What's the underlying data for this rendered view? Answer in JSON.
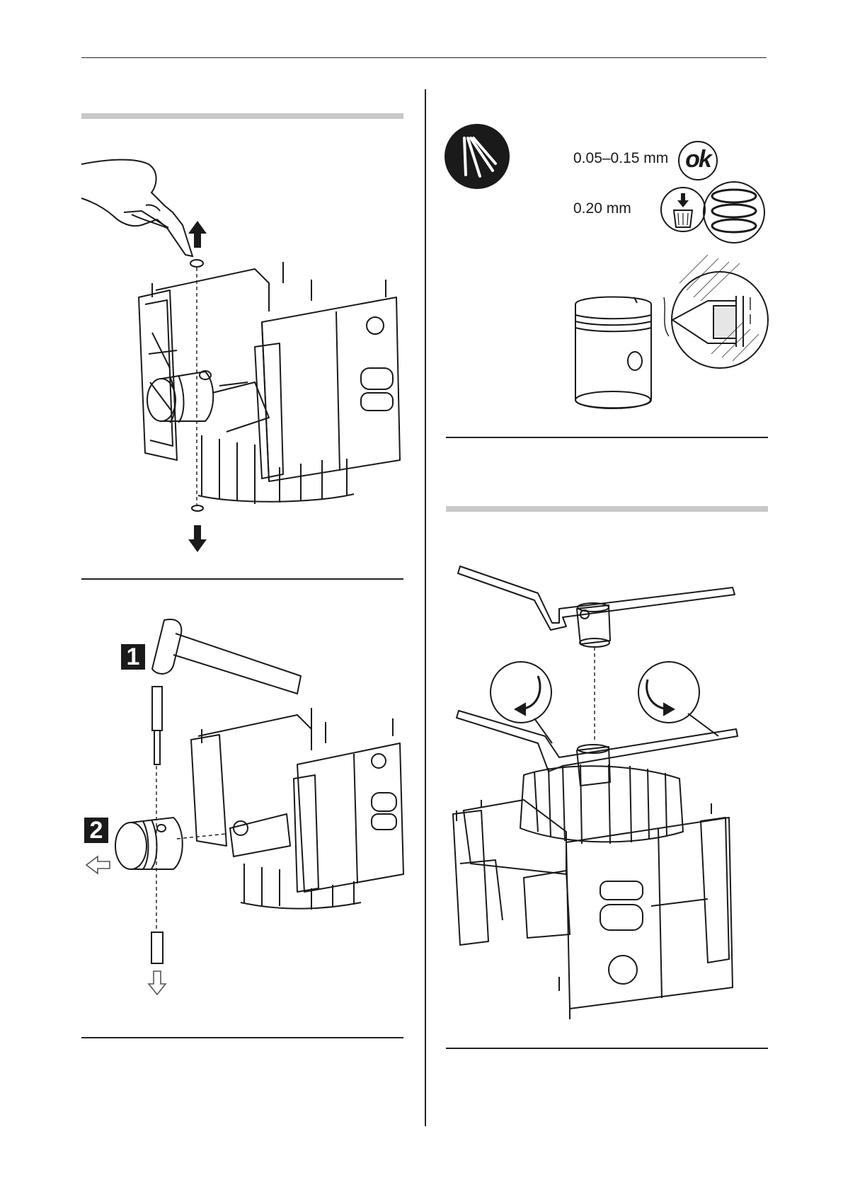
{
  "page": {
    "background": "#ffffff",
    "ink": "#1a1a1a",
    "section_bar_color": "#c8c8c8"
  },
  "left_column": {
    "fig1": {
      "description_icons": [
        "hand-pliers-icon",
        "arrow-up-icon",
        "arrow-down-icon",
        "circlip-icon",
        "crankcase-drawing"
      ]
    },
    "fig2": {
      "step1_badge": "1",
      "step2_badge": "2",
      "icons": [
        "hammer-icon",
        "drift-pin-icon",
        "piston-icon",
        "outline-arrow-left-icon",
        "outline-arrow-down-icon"
      ]
    }
  },
  "right_column": {
    "ring_gap": {
      "feeler_icon": "feeler-gauge-icon",
      "spec_ok_value": "0.05–0.15  mm",
      "spec_ok_symbol": "ok",
      "spec_replace_value": "0.20  mm",
      "replace_icons": [
        "replace-cylinder-icon",
        "piston-rings-icon"
      ]
    },
    "flywheel": {
      "icons": [
        "flywheel-puller-icon",
        "rotate-ccw-icon",
        "rotate-cw-icon",
        "crankcase-flywheel-drawing"
      ]
    }
  }
}
